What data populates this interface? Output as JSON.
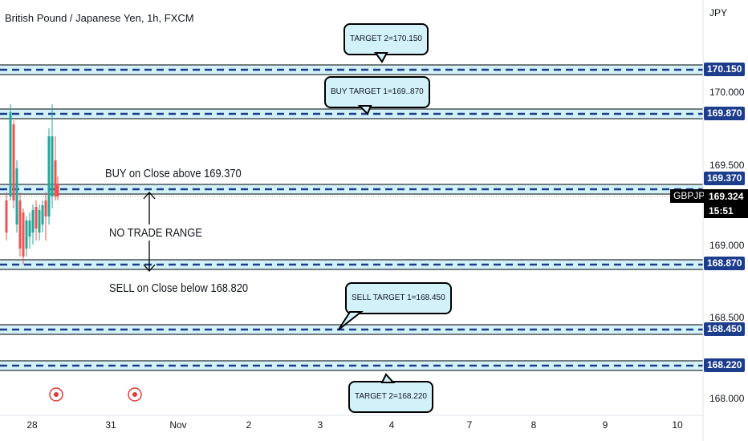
{
  "header": {
    "title": "British Pound / Japanese Yen, 1h, FXCM",
    "currency": "JPY"
  },
  "symbol": "GBPJPY",
  "last_price": {
    "value": "169.324",
    "countdown": "15:51"
  },
  "notes": {
    "buy": "BUY on Close above 169.370",
    "no_trade": "NO TRADE RANGE",
    "sell": "SELL on Close below 168.820"
  },
  "callouts": {
    "target2_up": "TARGET 2=170.150",
    "buy_target1": "BUY TARGET 1=169..870",
    "sell_target1": "SELL TARGET 1=168.450",
    "target2_down": "TARGET 2=168.220"
  },
  "colors": {
    "level_line": "#1c3c8c",
    "zone_fill": "#d2f1f8",
    "bull": "#26a69a",
    "bear": "#ef5350"
  },
  "chart_data": {
    "type": "line",
    "y_axis": {
      "ticks": [
        "170.000",
        "169.500",
        "169.000",
        "168.500",
        "168.000"
      ],
      "scale": "linear",
      "position": "right"
    },
    "x_axis": {
      "ticks": [
        "28",
        "31",
        "Nov",
        "2",
        "3",
        "4",
        "7",
        "8",
        "9",
        "10"
      ]
    },
    "levels": [
      {
        "price": 170.15,
        "label": "170.150"
      },
      {
        "price": 169.87,
        "label": "169.870"
      },
      {
        "price": 169.37,
        "label": "169.370"
      },
      {
        "price": 168.87,
        "label": "168.870"
      },
      {
        "price": 168.45,
        "label": "168.450"
      },
      {
        "price": 168.22,
        "label": "168.220"
      }
    ],
    "current_price": 169.324,
    "grid": false
  }
}
